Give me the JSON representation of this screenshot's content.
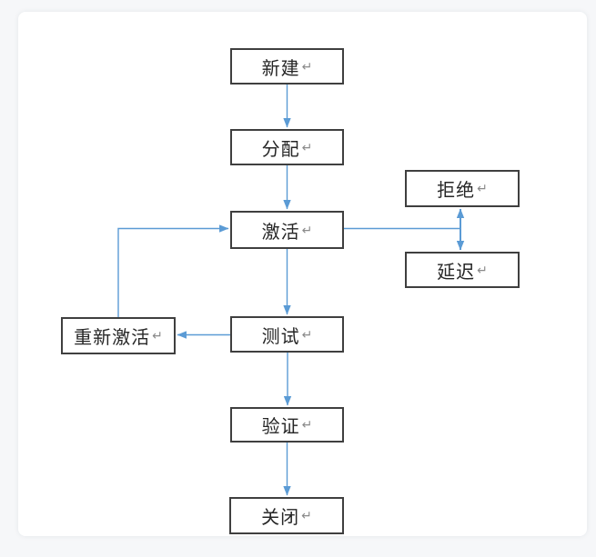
{
  "diagram": {
    "title": "state-flow",
    "return_mark": "↵",
    "nodes": [
      {
        "id": "new",
        "label": "新建"
      },
      {
        "id": "assign",
        "label": "分配"
      },
      {
        "id": "activate",
        "label": "激活"
      },
      {
        "id": "reject",
        "label": "拒绝"
      },
      {
        "id": "delay",
        "label": "延迟"
      },
      {
        "id": "test",
        "label": "测试"
      },
      {
        "id": "reactivate",
        "label": "重新激活"
      },
      {
        "id": "verify",
        "label": "验证"
      },
      {
        "id": "close",
        "label": "关闭"
      }
    ],
    "edges": [
      {
        "from": "新建",
        "to": "分配",
        "arrow": "down"
      },
      {
        "from": "分配",
        "to": "激活",
        "arrow": "down"
      },
      {
        "from": "激活",
        "to": "测试",
        "arrow": "down"
      },
      {
        "from": "测试",
        "to": "验证",
        "arrow": "down"
      },
      {
        "from": "验证",
        "to": "关闭",
        "arrow": "down"
      },
      {
        "from": "测试",
        "to": "重新激活",
        "arrow": "left"
      },
      {
        "from": "重新激活",
        "to": "激活",
        "arrow": "elbow-up-right"
      },
      {
        "from": "激活",
        "to": "拒绝/延迟",
        "arrow": "line-to-bidirectional-vertical-arrow"
      },
      {
        "from": "拒绝",
        "to": "延迟",
        "arrow": "bidirectional-vertical"
      }
    ],
    "colors": {
      "arrow": "#5b9bd5",
      "box_border": "#3f3f3f",
      "box_fill": "#ffffff",
      "text": "#262626",
      "return_mark": "#8a8a8a",
      "page_background": "#f6f7f9",
      "card_background": "#ffffff"
    }
  }
}
